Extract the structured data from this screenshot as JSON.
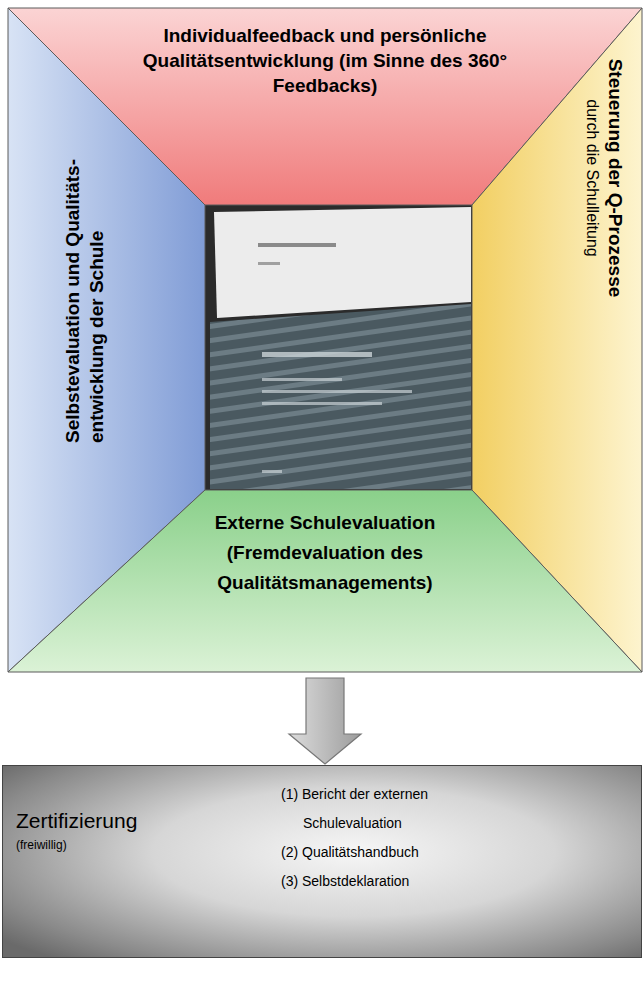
{
  "diagram": {
    "nodes": [
      {
        "text": [
          "Individualfeedback und persönliche Qualitätsentwicklung (im Sinne des 360° Feedbacks)"
        ]
      },
      {
        "text": [
          "Selbstevaluation und Qualitäts- entwicklung der Schule"
        ]
      },
      {
        "text": [
          "Steuerung der Q-Prozesse",
          "durch die Schulleitung"
        ]
      },
      {
        "text": [
          "Externe Schulevaluation (Fremdevaluation des Qualitätsmanagements)"
        ]
      },
      {
        "text": [
          "Zertifizierung",
          "(freiwillig)",
          "(1) Bericht der externen Schulevaluation",
          "(2) Qualitätshandbuch",
          "(3) Selbstdeklaration"
        ]
      }
    ],
    "edges": [
      {
        "from": 3,
        "to": 4,
        "arrow": "to"
      }
    ]
  }
}
